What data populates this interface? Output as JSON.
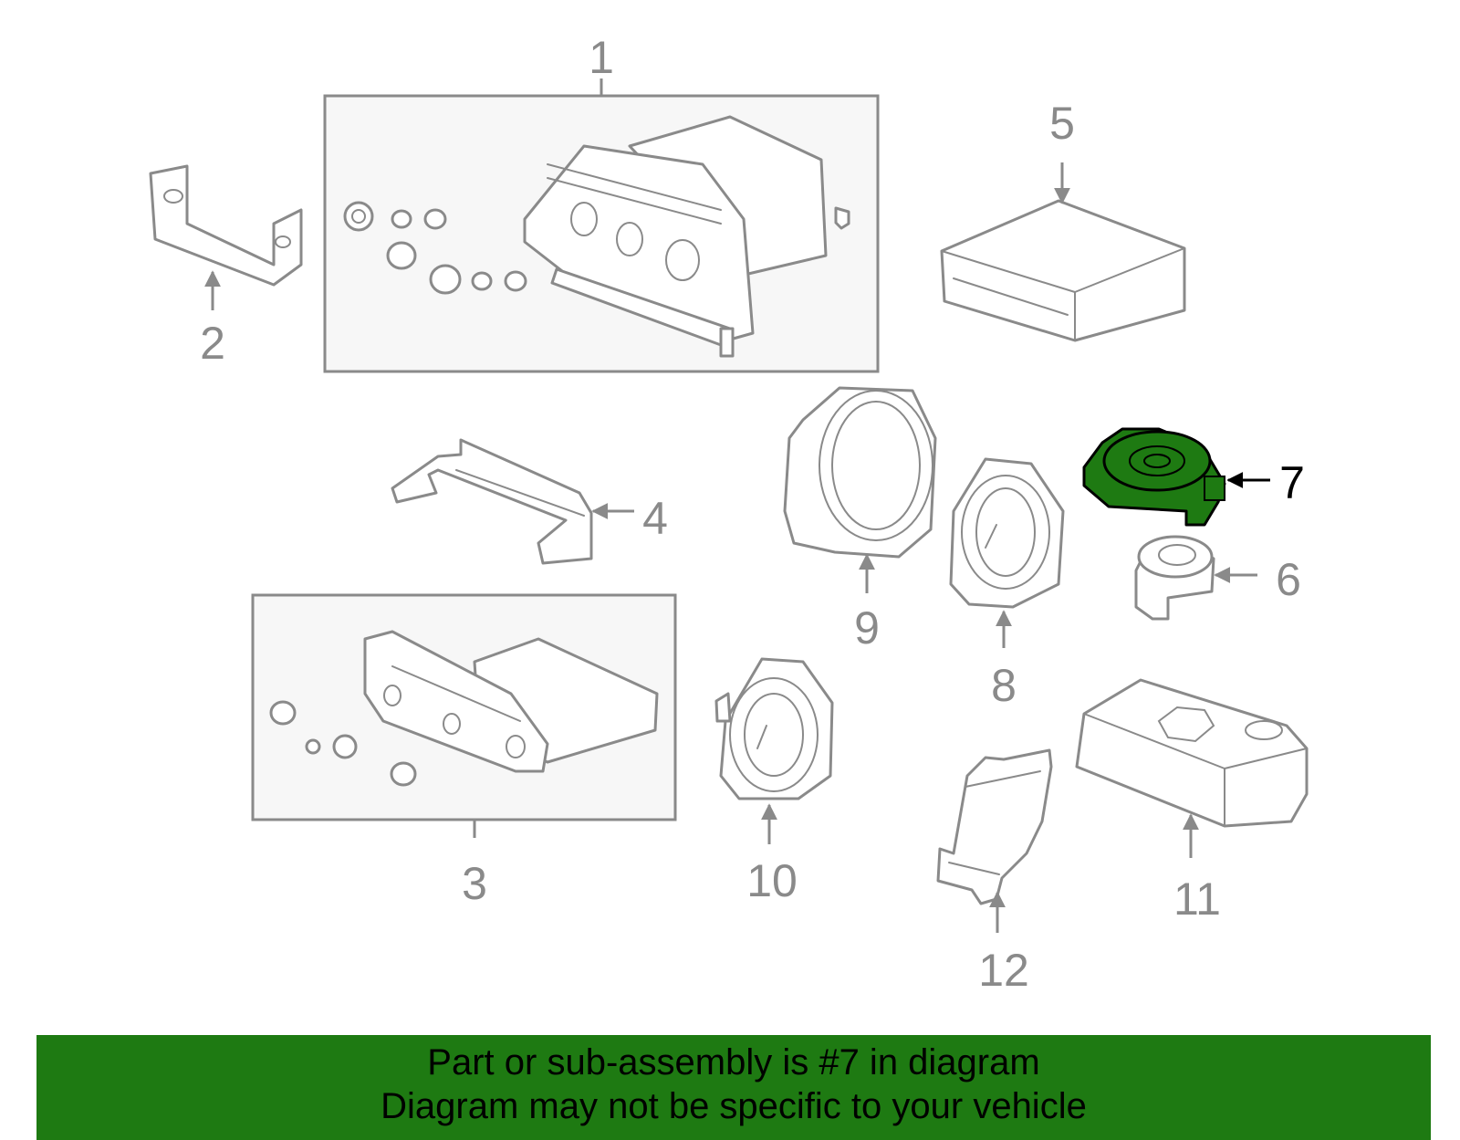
{
  "callouts": [
    "1",
    "2",
    "3",
    "4",
    "5",
    "6",
    "7",
    "8",
    "9",
    "10",
    "11",
    "12"
  ],
  "highlighted_part": "7",
  "colors": {
    "highlight": "#1e7a12",
    "line": "#8a8a8a",
    "banner": "#1e7a12"
  },
  "banner": {
    "line1": "Part or sub-assembly is #7 in diagram",
    "line2": "Diagram may not be specific to your vehicle"
  }
}
